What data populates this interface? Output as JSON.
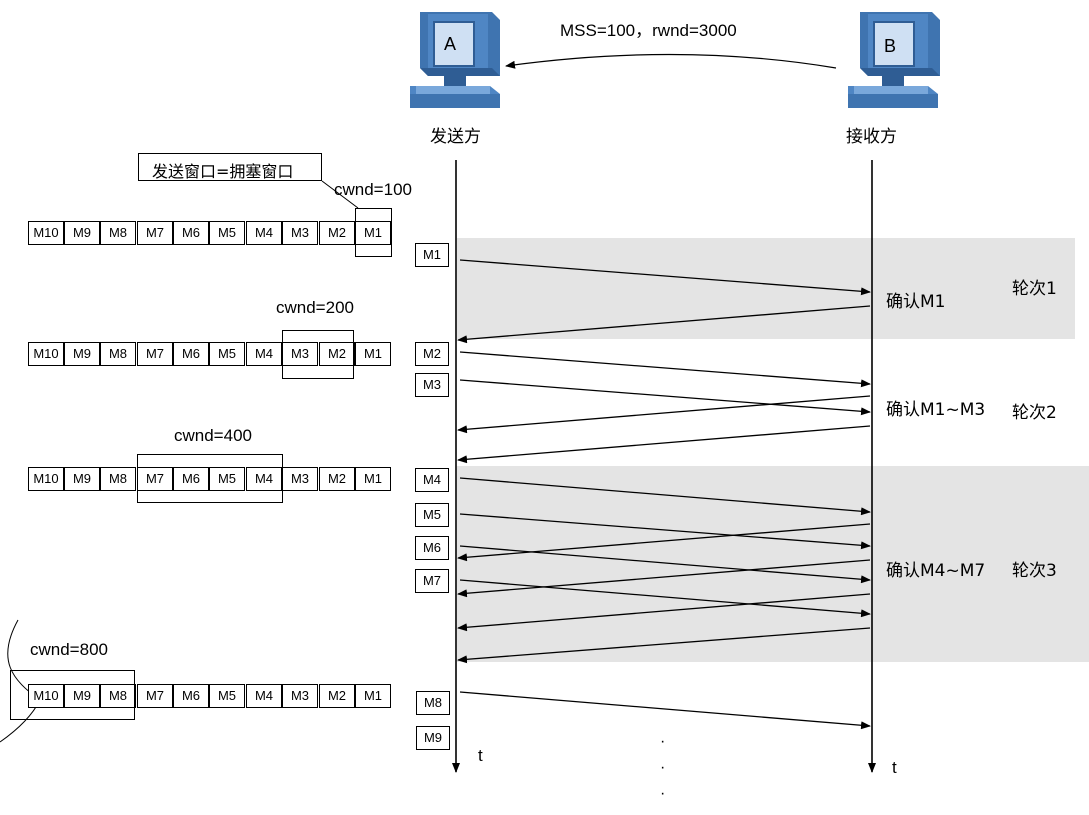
{
  "header": {
    "mss_rwnd": "MSS=100，rwnd=3000",
    "sender_label": "发送方",
    "receiver_label": "接收方",
    "computer_a": "A",
    "computer_b": "B"
  },
  "callout": "发送窗口=拥塞窗口",
  "cwnd_labels": [
    "cwnd=100",
    "cwnd=200",
    "cwnd=400",
    "cwnd=800"
  ],
  "segments": [
    "M10",
    "M9",
    "M8",
    "M7",
    "M6",
    "M5",
    "M4",
    "M3",
    "M2",
    "M1"
  ],
  "sent": [
    "M1",
    "M2",
    "M3",
    "M4",
    "M5",
    "M6",
    "M7",
    "M8",
    "M9"
  ],
  "acks": [
    "确认M1",
    "确认M1~M3",
    "确认M4~M7"
  ],
  "rounds": [
    "轮次1",
    "轮次2",
    "轮次3"
  ],
  "time_label": "t",
  "ellipsis": [
    "·",
    "·",
    "·"
  ],
  "colors": {
    "shade": "#e4e4e4",
    "computer_blue": "#5b8fc7"
  }
}
